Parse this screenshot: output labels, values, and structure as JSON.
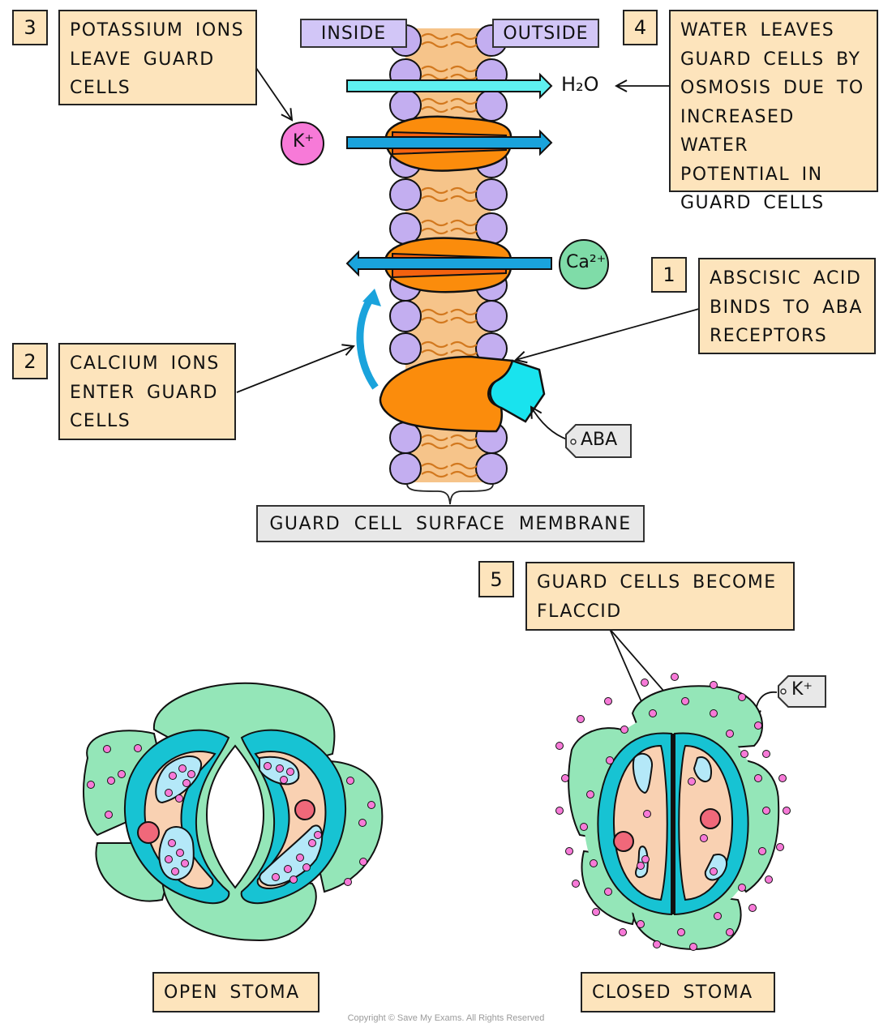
{
  "title": "Abscisic acid and stomatal closure",
  "steps": [
    {
      "number": "1",
      "text": "ABSCISIC ACID\nBINDS TO ABA\nRECEPTORS"
    },
    {
      "number": "2",
      "text": "CALCIUM IONS\nENTER GUARD\nCELLS"
    },
    {
      "number": "3",
      "text": "POTASSIUM IONS\nLEAVE GUARD\nCELLS"
    },
    {
      "number": "4",
      "text": "WATER LEAVES\nGUARD CELLS BY\nOSMOSIS DUE TO\nINCREASED WATER\nPOTENTIAL IN\nGUARD CELLS"
    },
    {
      "number": "5",
      "text": "GUARD CELLS BECOME\nFLACCID"
    }
  ],
  "membrane": {
    "inside_label": "INSIDE",
    "outside_label": "OUTSIDE",
    "caption": "GUARD CELL SURFACE MEMBRANE"
  },
  "molecules": {
    "water": "H₂O",
    "potassium": "K⁺",
    "calcium": "Ca²⁺",
    "aba_tag": "ABA",
    "k_tag": "K⁺"
  },
  "stomata": {
    "open_label": "OPEN STOMA",
    "closed_label": "CLOSED STOMA"
  },
  "colors": {
    "label_fill": "#fde4bc",
    "phospholipid_head": "#c3aef0",
    "membrane_core": "#f6c48a",
    "channel_protein": "#fb8c0c",
    "channel_pore": "#f4620f",
    "water_arrow": "#5ef0f0",
    "ion_arrow": "#1aa3dc",
    "potassium_ion": "#f77ad8",
    "calcium_ion": "#7fdca8",
    "aba": "#19e3ee",
    "epidermal_cell": "#94e6b8",
    "guard_cell_wall": "#17c3d3",
    "cytoplasm": "#f9d1b2",
    "vacuole": "#b4e8f8",
    "chloroplast": "#7cc51e",
    "nucleus": "#f0687a"
  },
  "copyright": "Copyright © Save My Exams. All Rights Reserved"
}
